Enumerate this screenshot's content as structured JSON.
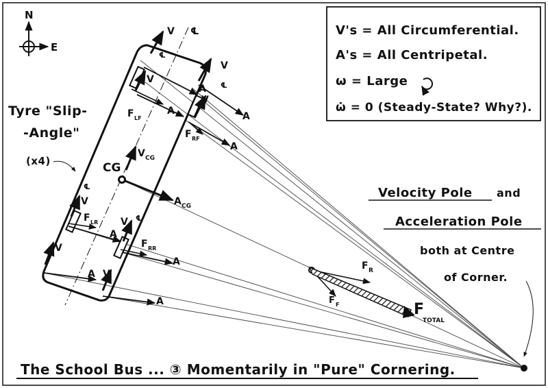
{
  "compass": {
    "north": "N",
    "east": "E"
  },
  "legend": {
    "items": [
      "V's = All Circumferential.",
      "A's = All Centripetal.",
      "ω = Large",
      "ω̇ = 0 (Steady-State? Why?)."
    ]
  },
  "annotations": {
    "slip_line1": "Tyre \"Slip-",
    "slip_line2": "-Angle\"",
    "slip_count": "(x4)",
    "pole_line1a": "Velocity Pole",
    "pole_line1b": "and",
    "pole_line2": "Acceleration Pole",
    "pole_line3": "both at Centre",
    "pole_line4": "of Corner."
  },
  "bus_labels": {
    "cg": "CG",
    "v": "V",
    "a": "A",
    "v_cg": "V",
    "v_cg_sub": "CG",
    "a_cg": "A",
    "a_cg_sub": "CG",
    "f": "F",
    "lf": "LF",
    "rf": "RF",
    "lr": "LR",
    "rr": "RR",
    "cl": "℄"
  },
  "force_labels": {
    "fr": "F",
    "fr_sub": "R",
    "ff": "F",
    "ff_sub": "F",
    "ftotal": "F",
    "ftotal_sub": "TOTAL"
  },
  "title": "The School Bus ... ③ Momentarily in \"Pure\" Cornering."
}
